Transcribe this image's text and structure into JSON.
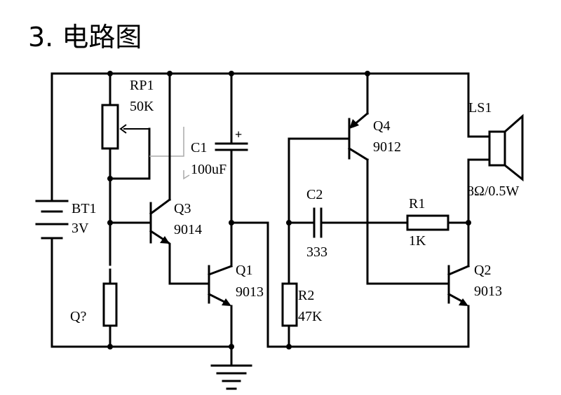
{
  "title": "3. 电路图",
  "components": {
    "rp1": {
      "ref": "RP1",
      "value": "50K"
    },
    "c1": {
      "ref": "C1",
      "value": "100uF",
      "polarity": "+"
    },
    "bt1": {
      "ref": "BT1",
      "value": "3V"
    },
    "q3": {
      "ref": "Q3",
      "value": "9014"
    },
    "q1": {
      "ref": "Q1",
      "value": "9013"
    },
    "q4": {
      "ref": "Q4",
      "value": "9012"
    },
    "c2": {
      "ref": "C2",
      "value": "333"
    },
    "r1": {
      "ref": "R1",
      "value": "1K"
    },
    "q2": {
      "ref": "Q2",
      "value": "9013"
    },
    "r2": {
      "ref": "R2",
      "value": "47K"
    },
    "ls1": {
      "ref": "LS1",
      "value": "8Ω/0.5W"
    },
    "qx": {
      "ref": "Q?"
    }
  }
}
